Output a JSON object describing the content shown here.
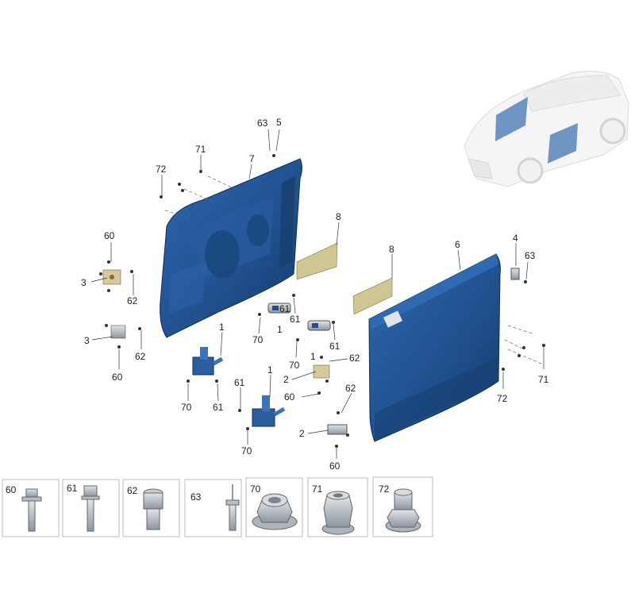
{
  "callouts": {
    "c63a": "63",
    "c5": "5",
    "c71a": "71",
    "c7": "7",
    "c72a": "72",
    "c8a": "8",
    "c8b": "8",
    "c6": "6",
    "c4": "4",
    "c63b": "63",
    "c60a": "60",
    "c3a": "3",
    "c62a": "62",
    "c3b": "3",
    "c62b": "62",
    "c60b": "60",
    "c1a": "1",
    "c70a": "70",
    "c61a": "61",
    "c61b": "61",
    "c61c": "61",
    "c70b": "70",
    "c1b": "1",
    "c70c": "70",
    "c61d": "61",
    "c1c": "1",
    "c70d": "70",
    "c61e": "61",
    "c1d": "1",
    "c62c": "62",
    "c2a": "2",
    "c60c": "60",
    "c62d": "62",
    "c2b": "2",
    "c60d": "60",
    "c71b": "71",
    "c72b": "72"
  },
  "legend": [
    {
      "num": "60",
      "icon": "flange-bolt-icon"
    },
    {
      "num": "61",
      "icon": "hex-bolt-icon"
    },
    {
      "num": "62",
      "icon": "rivet-nut-icon"
    },
    {
      "num": "63",
      "icon": "blind-rivet-icon"
    },
    {
      "num": "70",
      "icon": "flange-nut-icon"
    },
    {
      "num": "71",
      "icon": "hex-rivet-nut-icon"
    },
    {
      "num": "72",
      "icon": "flanged-hex-nut-icon"
    }
  ],
  "colors": {
    "panel": "#1f4f8c",
    "panel_dark": "#123a6b",
    "foil": "#c9c08a",
    "hardware": "#9aa3ad"
  }
}
